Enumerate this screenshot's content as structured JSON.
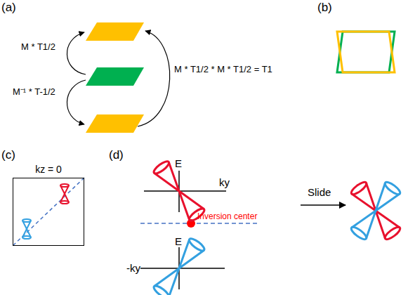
{
  "diagram": {
    "nodes": [
      {
        "text": [
          "kz = 0"
        ]
      }
    ],
    "labels": [
      "(a)",
      "(b)",
      "(c)",
      "(d)",
      "M * T1/2",
      "M⁻¹ * T-1/2",
      "M * T1/2 * M * T1/2 = T1",
      "E",
      "ky",
      "Inversion center",
      "E",
      "-ky",
      "Slide"
    ]
  }
}
